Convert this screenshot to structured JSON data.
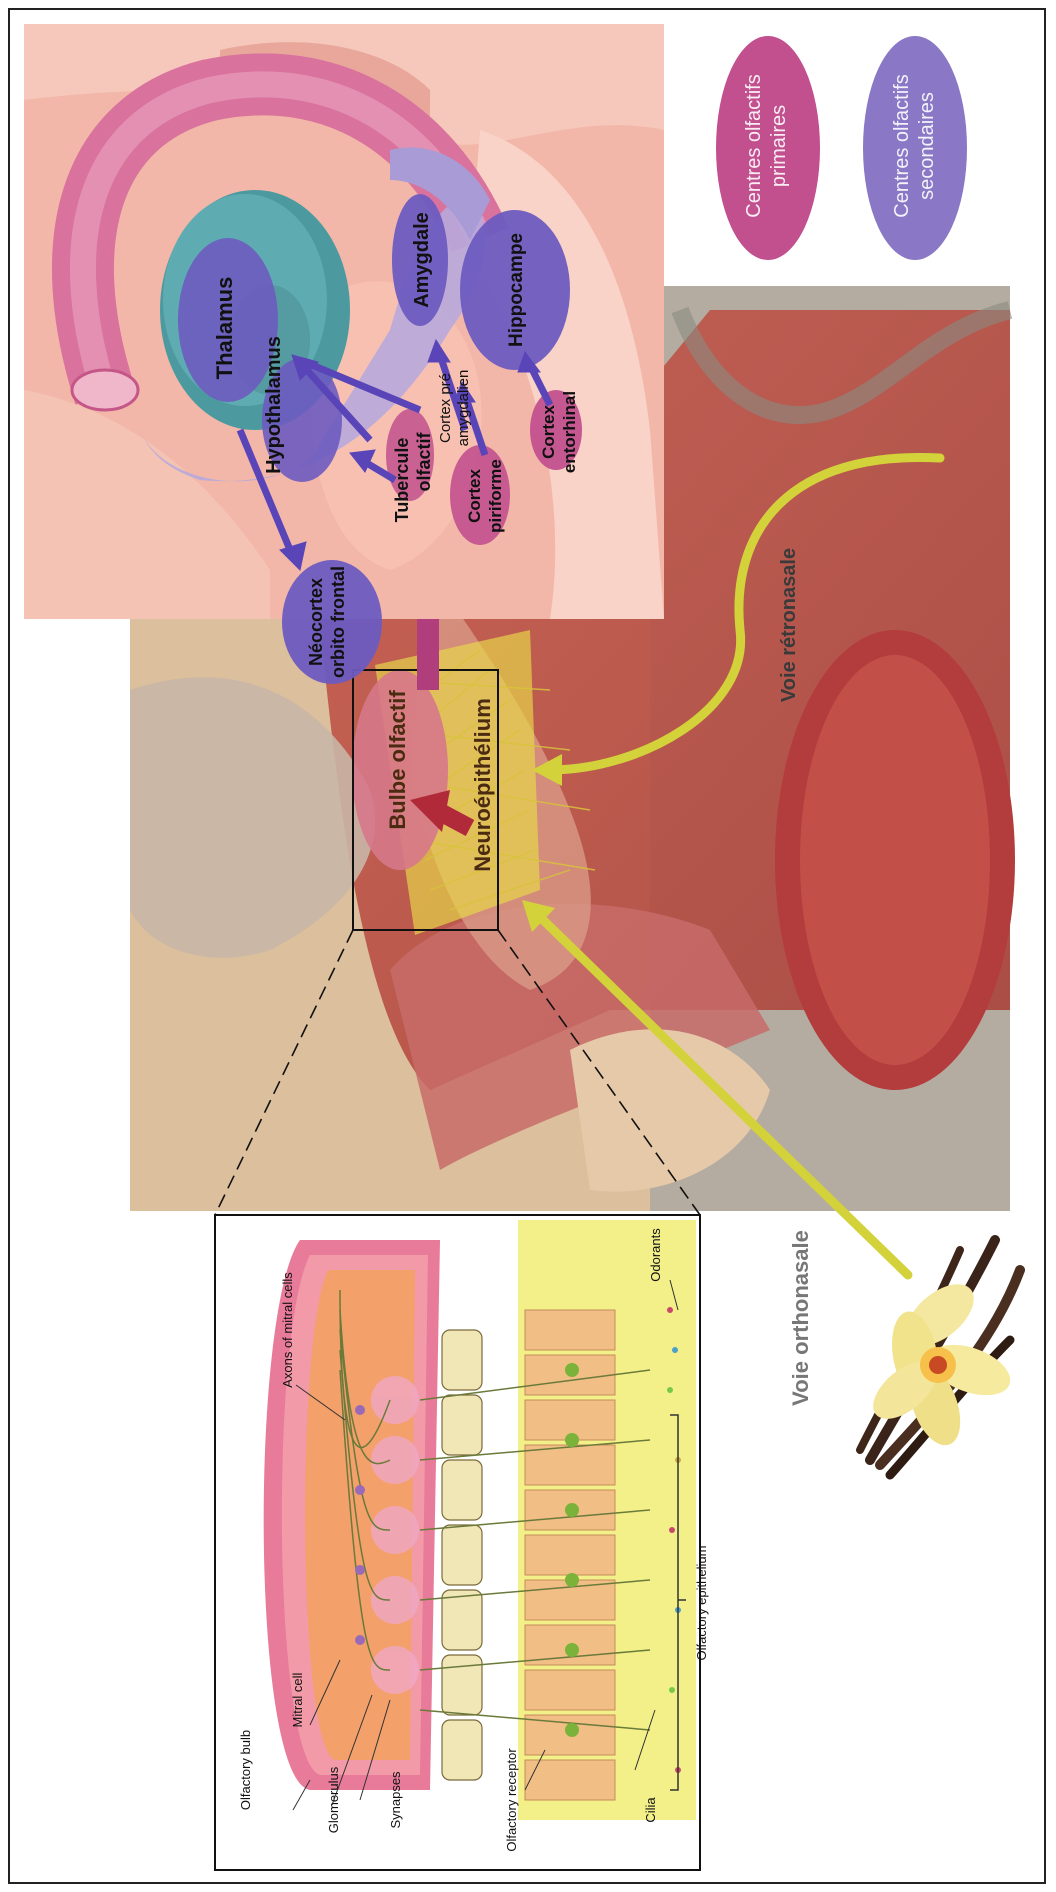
{
  "legend": {
    "primary": {
      "line1": "Centres olfactifs",
      "line2": "primaires",
      "color": "#c2508e"
    },
    "secondary": {
      "line1": "Centres olfactifs",
      "line2": "secondaires",
      "color": "#7d6bc4"
    }
  },
  "brain": {
    "thalamus": "Thalamus",
    "hypothalamus": "Hypothalamus",
    "amygdale": "Amygdale",
    "hippocampe": "Hippocampe",
    "tubercule_1": "Tubercule",
    "tubercule_2": "olfactif",
    "cortex_pre_1": "Cortex pré",
    "cortex_pre_2": "amygdalien",
    "piriforme_1": "Cortex",
    "piriforme_2": "piriforme",
    "entorhinal_1": "Cortex",
    "entorhinal_2": "entorhinal",
    "neocortex_1": "Néocortex",
    "neocortex_2": "orbito frontal"
  },
  "nose": {
    "bulbe": "Bulbe olfactif",
    "neuro": "Neuroépithélium",
    "retro": "Voie rétronasale",
    "ortho": "Voie orthonasale"
  },
  "inset": {
    "odorants": "Odorants",
    "axons": "Axons of mitral cells",
    "epithelium": "Olfactory epithelium",
    "cilia": "Cilia",
    "bulb": "Olfactory bulb",
    "mitral": "Mitral cell",
    "glomerulus": "Glomerulus",
    "synapses": "Synapses",
    "receptor": "Olfactory receptor"
  },
  "colors": {
    "primary_center": "#c2508e",
    "secondary_center": "#6d5bc0",
    "arrow_blue": "#5a45b8",
    "arrow_magenta": "#b03d7c",
    "arrow_red": "#b02a3a",
    "pathway_yellow": "#d4d23a",
    "epithelium_yellow": "#f3f08a"
  }
}
